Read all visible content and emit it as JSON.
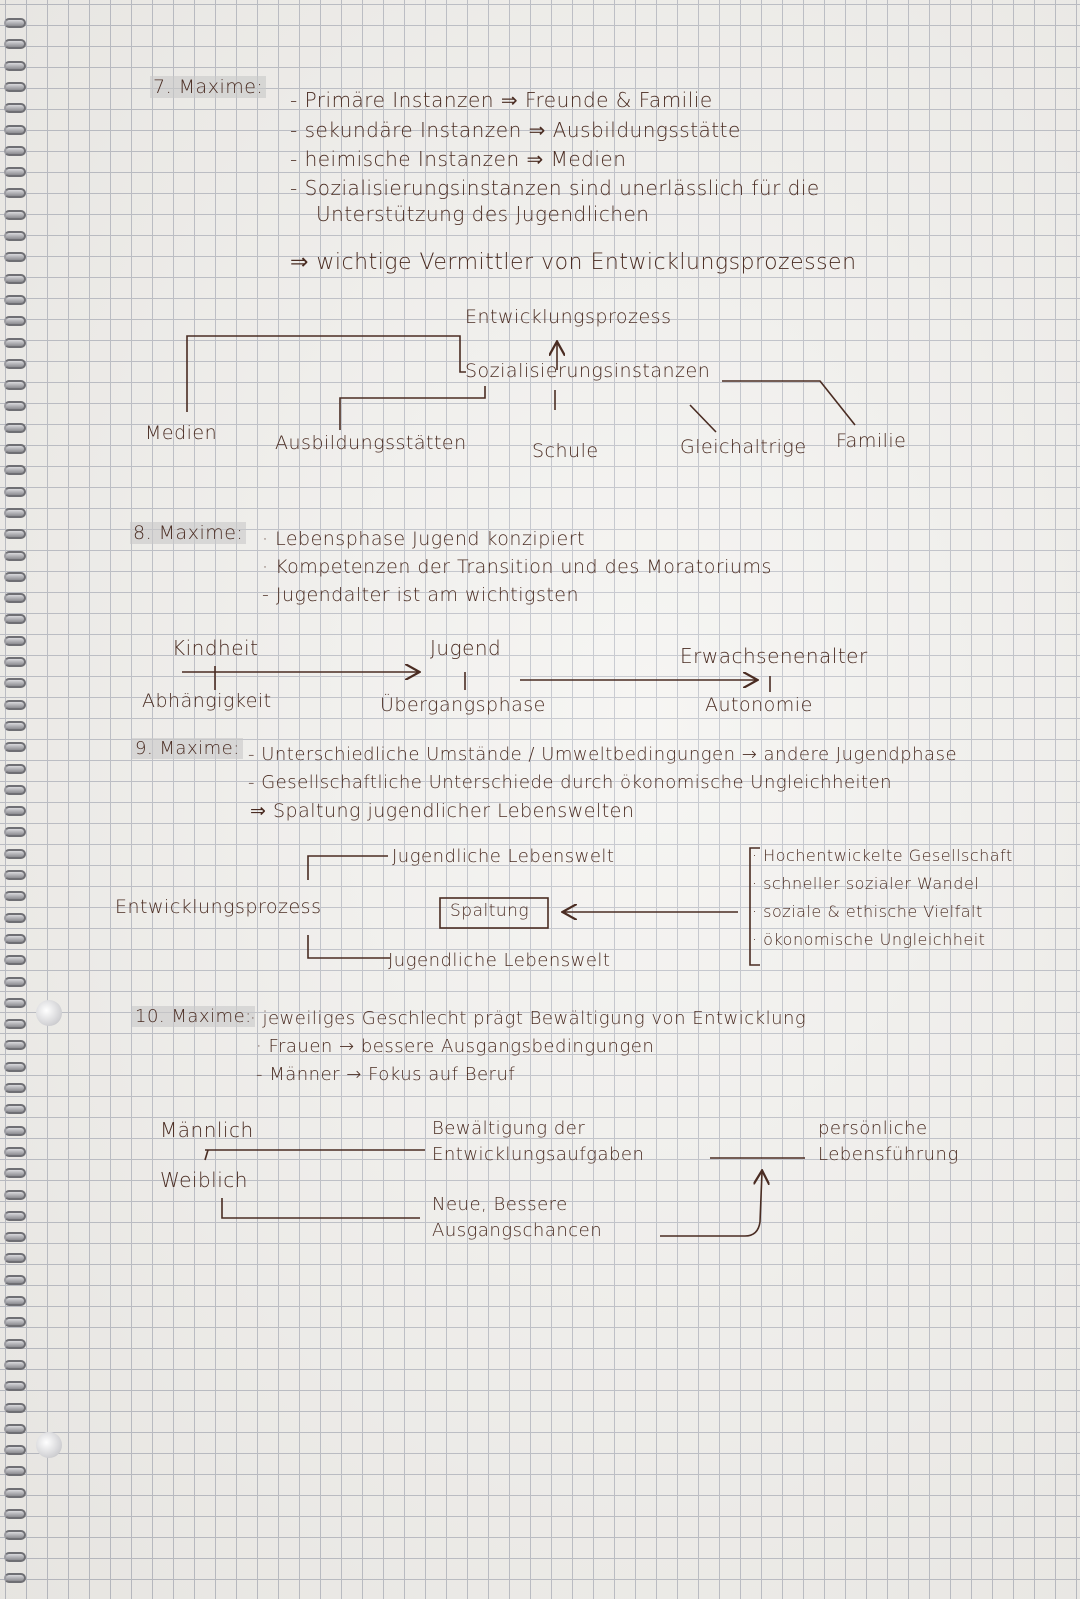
{
  "maxim7": {
    "heading": "7. Maxime:",
    "lines": [
      "- Primäre Instanzen ⇒ Freunde & Familie",
      "- sekundäre Instanzen ⇒ Ausbildungsstätte",
      "- heimische Instanzen ⇒ Medien",
      "- Sozialisierungsinstanzen sind unerlässlich für die",
      "Unterstützung des Jugendlichen"
    ],
    "summary": "⇒ wichtige Vermittler von Entwicklungsprozessen",
    "diagram": {
      "top": "Entwicklungsprozess",
      "center": "Sozialisierungsinstanzen",
      "leaves": [
        "Medien",
        "Ausbildungsstätten",
        "Schule",
        "Gleichaltrige",
        "Familie"
      ]
    }
  },
  "maxim8": {
    "heading": "8. Maxime:",
    "lines": [
      "· Lebensphase Jugend konzipiert",
      "· Kompetenzen der Transition und des Moratoriums",
      "- Jugendalter ist am wichtigsten"
    ],
    "timeline": {
      "stages": [
        "Kindheit",
        "Jugend",
        "Erwachsenenalter"
      ],
      "sub": [
        "Abhängigkeit",
        "Übergangsphase",
        "Autonomie"
      ]
    }
  },
  "maxim9": {
    "heading": "9. Maxime:",
    "lines": [
      "- Unterschiedliche Umstände / Umweltbedingungen → andere Jugendphase",
      "- Gesellschaftliche Unterschiede durch ökonomische Ungleichheiten",
      "⇒ Spaltung jugendlicher Lebenswelten"
    ],
    "diagram": {
      "left": "Entwicklungsprozess",
      "top": "Jugendliche Lebenswelt",
      "center": "Spaltung",
      "bottom": "Jugendliche Lebenswelt",
      "causes": [
        "· Hochentwickelte Gesellschaft",
        "· schneller sozialer Wandel",
        "· soziale & ethische Vielfalt",
        "· ökonomische Ungleichheit"
      ]
    }
  },
  "maxim10": {
    "heading": "10. Maxime:",
    "lines": [
      "· jeweiliges Geschlecht prägt Bewältigung von Entwicklung",
      "· Frauen → bessere Ausgangsbedingungen",
      "- Männer → Fokus auf Beruf"
    ],
    "diagram": {
      "male": "Männlich",
      "female": "Weiblich",
      "middle": [
        "Bewältigung der",
        "Entwicklungsaufgaben"
      ],
      "right": [
        "persönliche",
        "Lebensführung"
      ],
      "bottom": [
        "Neue, Bessere",
        "Ausgangschancen"
      ]
    }
  }
}
